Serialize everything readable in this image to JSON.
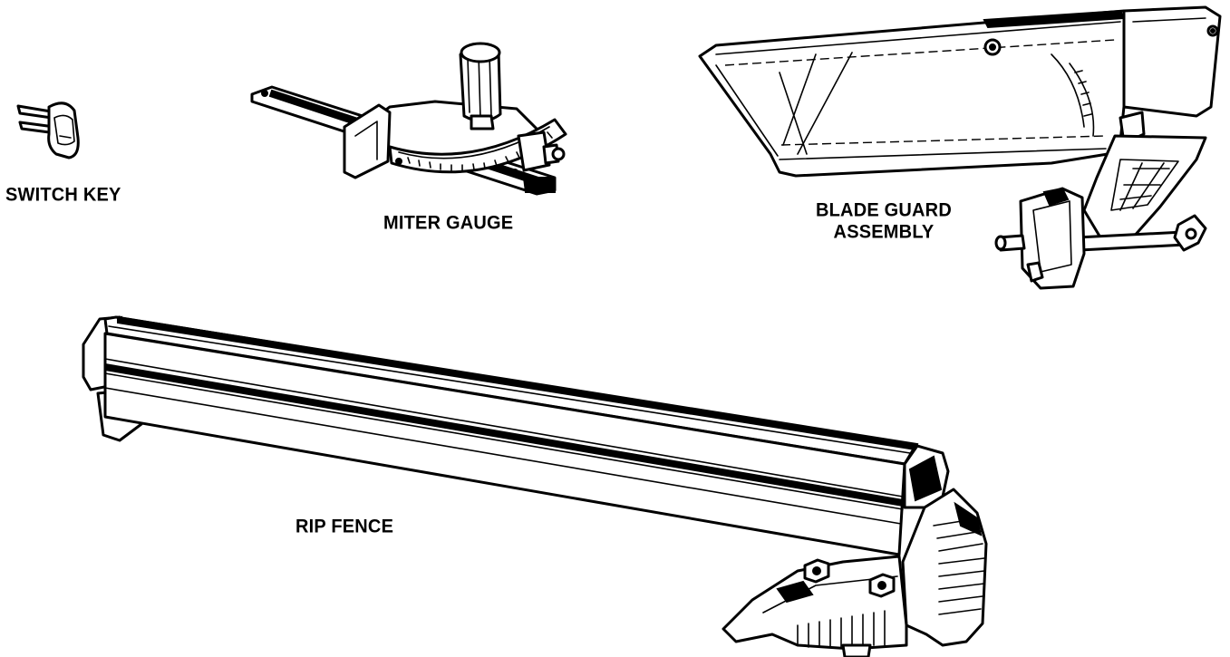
{
  "labels": {
    "switch_key": "SWITCH KEY",
    "miter_gauge": "MITER GAUGE",
    "blade_guard_line1": "BLADE GUARD",
    "blade_guard_line2": "ASSEMBLY",
    "rip_fence": "RIP FENCE"
  },
  "colors": {
    "ink": "#000000",
    "background": "#ffffff"
  }
}
